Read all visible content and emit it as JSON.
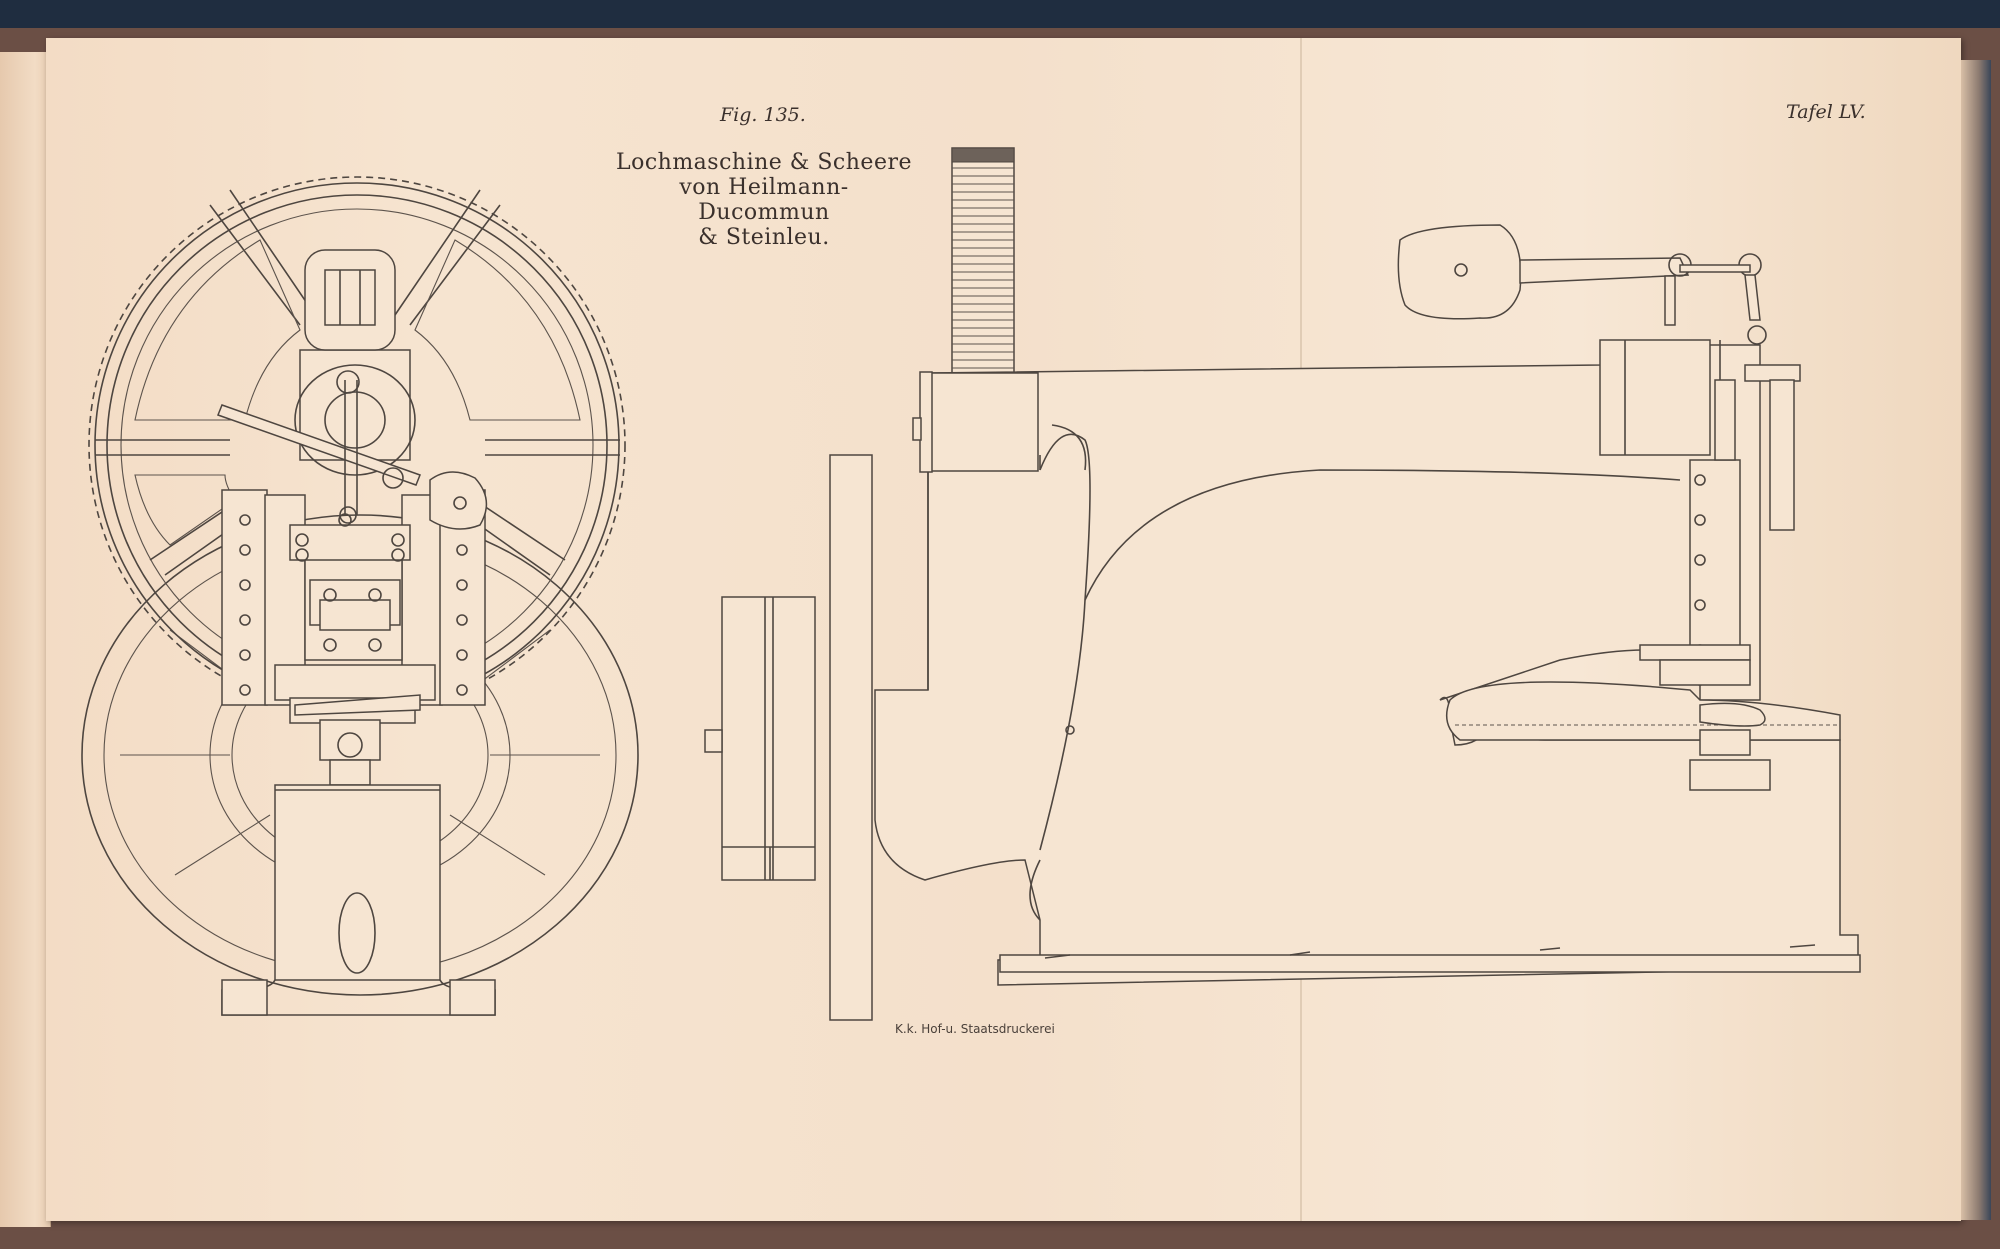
{
  "plate": {
    "figure_number": "Fig. 135.",
    "plate_number": "Tafel LV.",
    "title_lines": [
      "Lochmaschine & Scheere",
      "von Heilmann-Ducommun",
      "& Steinleu."
    ],
    "printer": "K.k. Hof-u. Staatsdruckerei"
  }
}
